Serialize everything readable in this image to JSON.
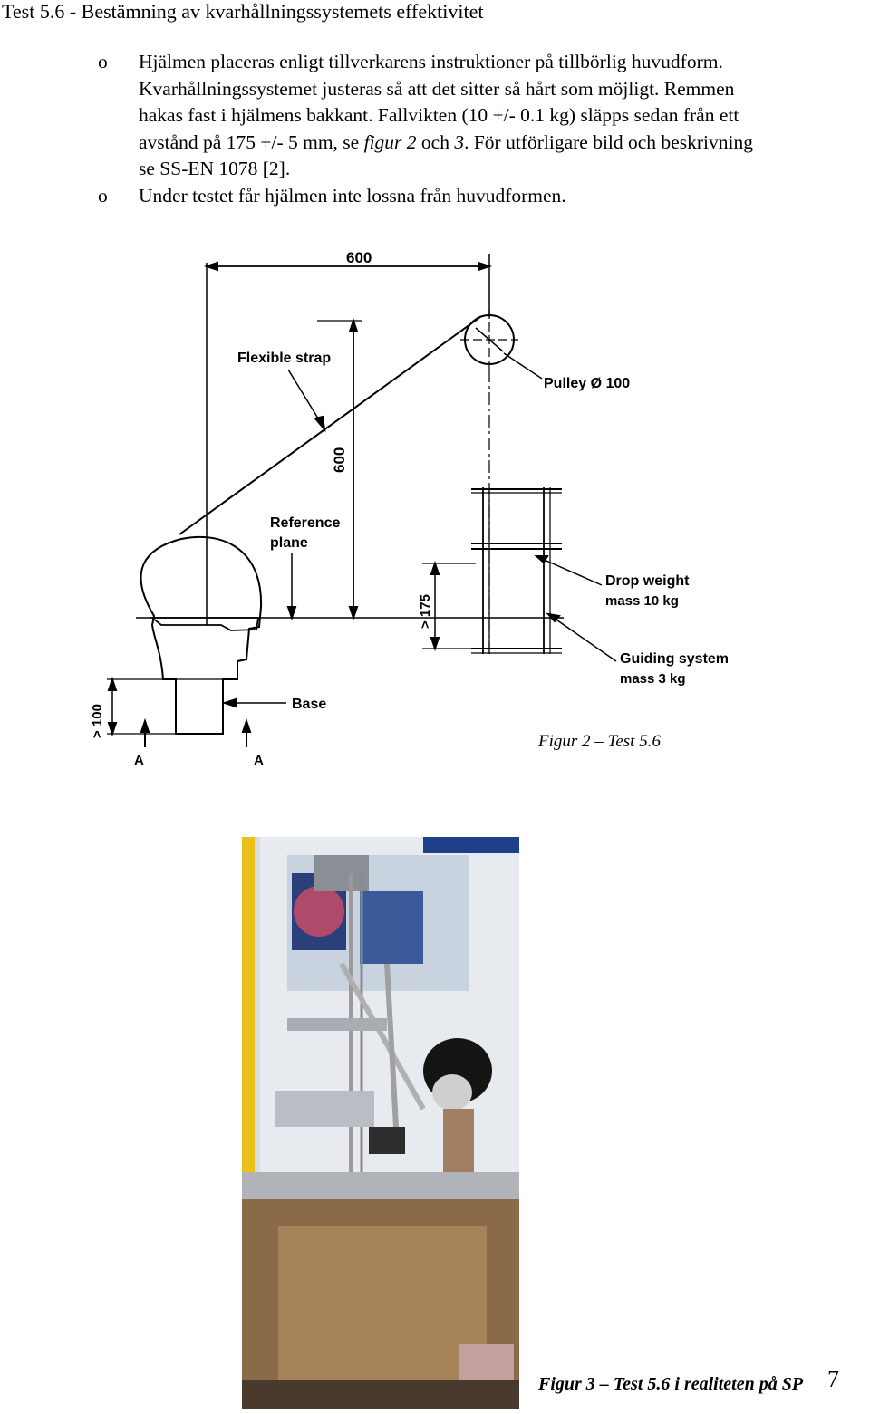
{
  "heading": "Test 5.6 - Bestämning av kvarhållningssystemets effektivitet",
  "bullet_marker": "o",
  "bullets": [
    {
      "lines": [
        "Hjälmen placeras enligt tillverkarens instruktioner på tillbörlig huvudform.",
        "Kvarhållningssystemet justeras så att det sitter så hårt som möjligt. Remmen",
        "hakas fast i hjälmens bakkant. Fallvikten (10 +/- 0.1 kg) släpps sedan från ett"
      ],
      "line4_pre": "avstånd på 175 +/- 5 mm, se ",
      "line4_italic": "figur 2",
      "line4_mid": " och ",
      "line4_italic2": "3",
      "line4_post": ". För utförligare bild och beskrivning",
      "line5": "se SS-EN 1078 [2]."
    },
    {
      "text": "Under testet får hjälmen inte lossna från huvudformen."
    }
  ],
  "figure2": {
    "dim_top": "600",
    "dim_vertical": "600",
    "flexible_strap": "Flexible strap",
    "pulley": "Pulley Ø 100",
    "reference_plane_1": "Reference",
    "reference_plane_2": "plane",
    "dim_175": "> 175",
    "drop_weight_1": "Drop weight",
    "drop_weight_2": "mass 10 kg",
    "guiding_1": "Guiding system",
    "guiding_2": "mass 3 kg",
    "base": "Base",
    "dim_100": "> 100",
    "section_a_left": "A",
    "section_a_right": "A",
    "caption": "Figur 2 – Test 5.6"
  },
  "figure3": {
    "caption": "Figur 3 – Test 5.6 i realiteten på SP"
  },
  "page_number": "7",
  "colors": {
    "text": "#000000",
    "photo_wall": "#dfe4ea",
    "photo_frame_yellow": "#e8c21a",
    "photo_table": "#8a6a48",
    "photo_floor": "#4a3a2e"
  }
}
